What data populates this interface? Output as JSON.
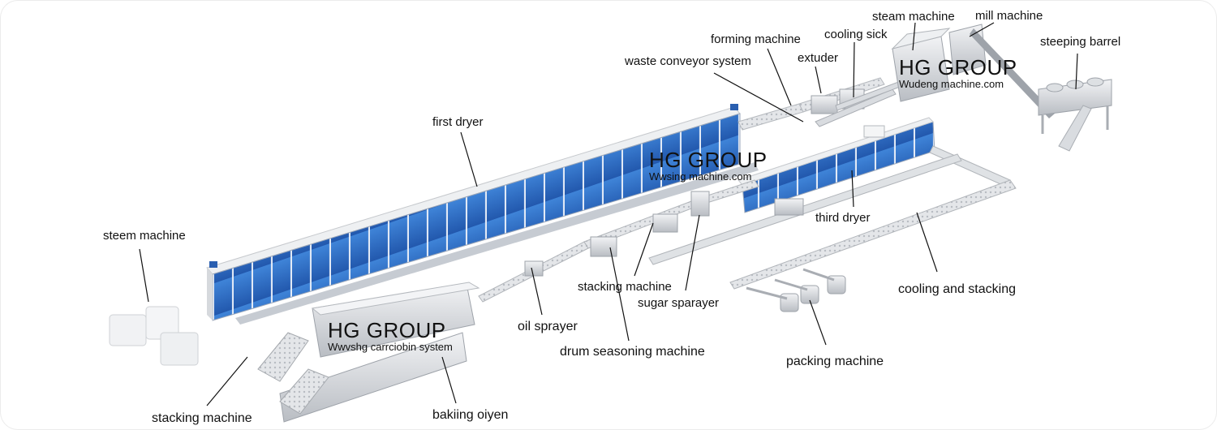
{
  "diagram": {
    "title": "Production line layout",
    "labels": {
      "steam_machine_top": "steam machine",
      "mill_machine": "mill machine",
      "steeping_barrel": "steeping barrel",
      "forming_machine": "forming machine",
      "cooling_sick": "cooling sick",
      "waste_conveyor_system": "waste conveyor system",
      "extuder": "extuder",
      "first_dryer": "first dryer",
      "third_dryer": "third dryer",
      "steem_machine": "steem machine",
      "stacking_machine_mid": "stacking machine",
      "sugar_sparayer": "sugar sparayer",
      "cooling_and_stacking": "cooling and stacking",
      "oil_sprayer": "oil sprayer",
      "drum_seasoning_machine": "drum seasoning machine",
      "packing_machine": "packing machine",
      "stacking_machine_bottom": "stacking machine",
      "baking_oven": "bakiing oiyen"
    },
    "watermarks": [
      {
        "title": "HG GROUP",
        "subtitle": "Wudeng machine.com"
      },
      {
        "title": "HG GROUP",
        "subtitle": "Wwsing machine.com"
      },
      {
        "title": "HG GROUP",
        "subtitle": "Wwvshg carrciobin system"
      }
    ],
    "colors": {
      "dryer_blue": "#2f6fc6",
      "steel": "#c9ccd0",
      "line": "#111111"
    }
  }
}
